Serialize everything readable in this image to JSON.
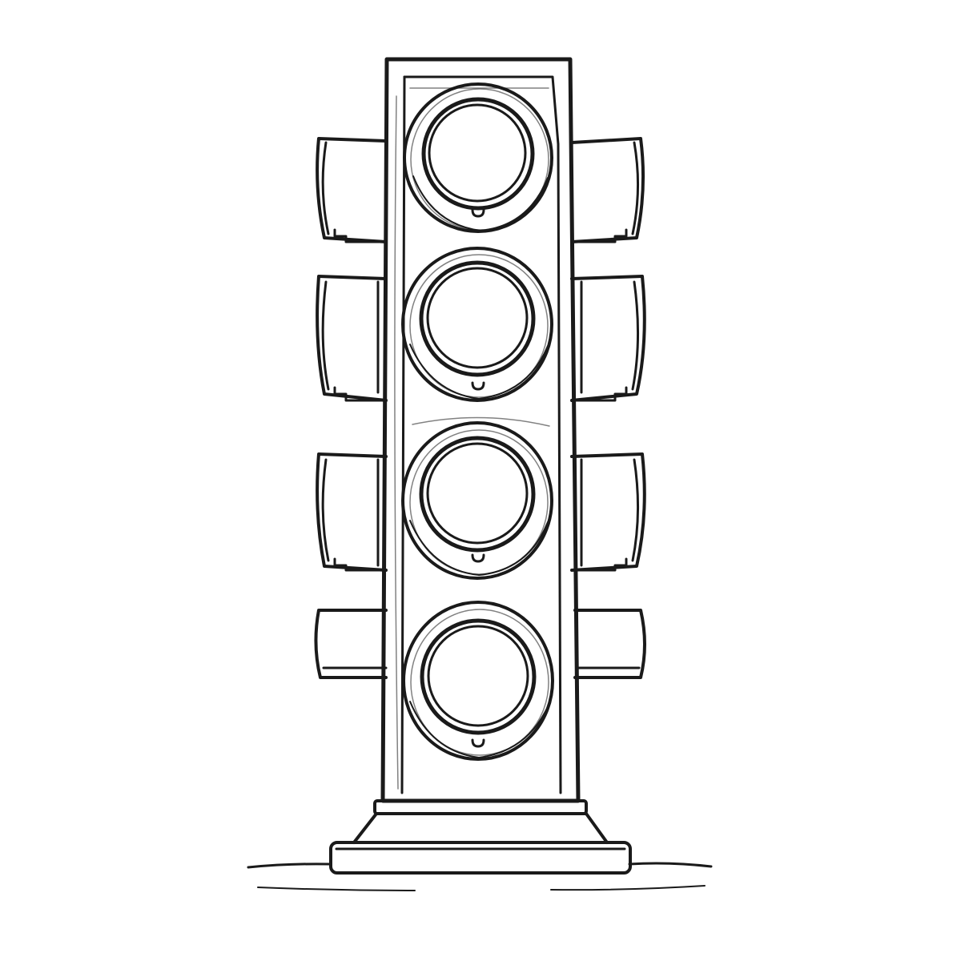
{
  "illustration": {
    "subject": "traffic-light",
    "style": "line-art",
    "lamp_count": 4,
    "side_visor_rows": 4,
    "colors": {
      "ink": "#1a1a1a",
      "background": "#ffffff"
    }
  }
}
